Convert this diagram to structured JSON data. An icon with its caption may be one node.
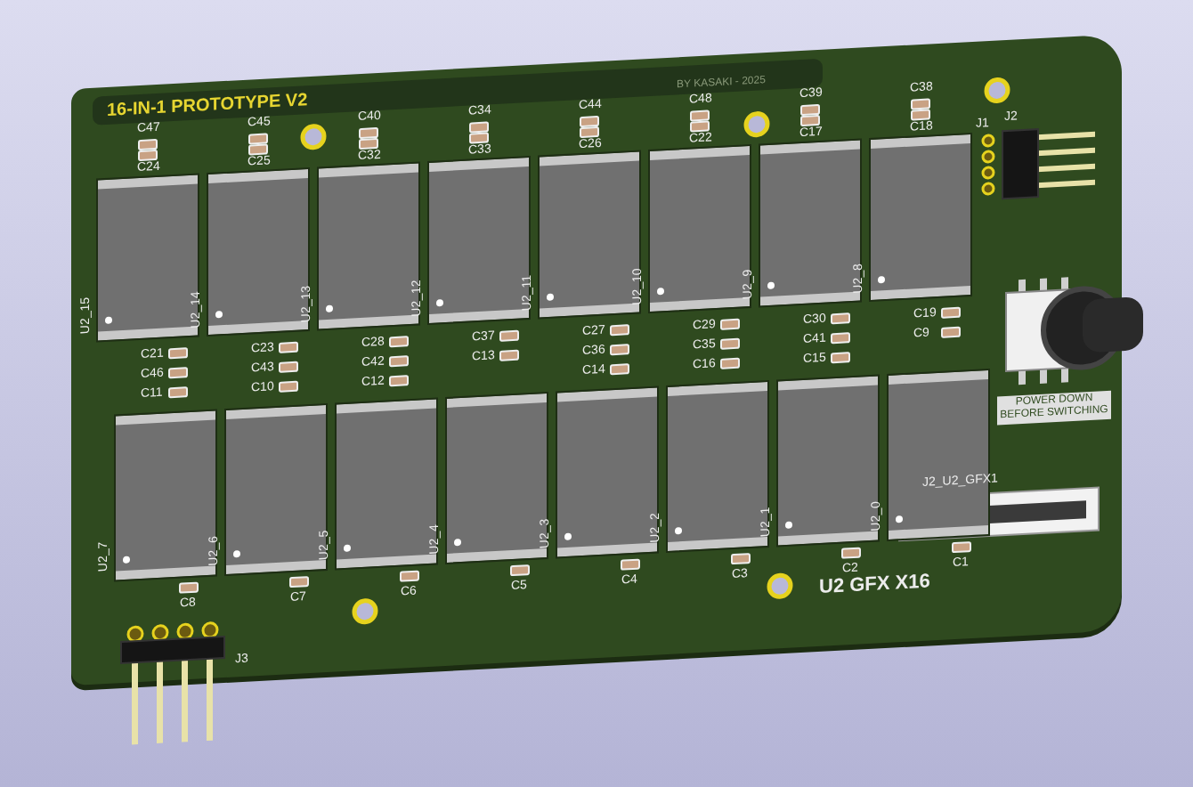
{
  "diagram": {
    "labels": [
      "16-IN-1 PROTOTYPE V2",
      "BY KASAKI - 2025",
      "C47",
      "C24",
      "C45",
      "C25",
      "C40",
      "C32",
      "C34",
      "C33",
      "C44",
      "C26",
      "C48",
      "C22",
      "C39",
      "C17",
      "C38",
      "C18",
      "J1",
      "J2",
      "U2_15",
      "U2_14",
      "U2_13",
      "U2_12",
      "U2_11",
      "U2_10",
      "U2_9",
      "U2_8",
      "C21",
      "C46",
      "C11",
      "C23",
      "C43",
      "C10",
      "C28",
      "C42",
      "C12",
      "C37",
      "C13",
      "C27",
      "C36",
      "C14",
      "C29",
      "C35",
      "C16",
      "C30",
      "C41",
      "C15",
      "C19",
      "C9",
      "U2_7",
      "U2_6",
      "U2_5",
      "U2_4",
      "U2_3",
      "U2_2",
      "U2_1",
      "U2_0",
      "POWER DOWN BEFORE SWITCHING",
      "C8",
      "C7",
      "C6",
      "C5",
      "C4",
      "C3",
      "C2",
      "C1",
      "J2_U2_GFX1",
      "U2 GFX X16",
      "J3"
    ]
  }
}
